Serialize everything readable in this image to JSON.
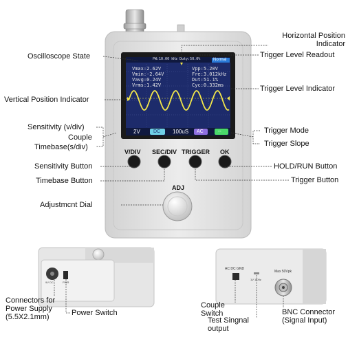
{
  "labels": {
    "horizontal_position_indicator": "Horizontal Position Indicator",
    "oscilloscope_state": "Oscilloscope State",
    "trigger_level_readout": "Trigger Level Readout",
    "trigger_level_indicator": "Trigger Level Indicator",
    "vertical_position_indicator": "Vertical Position Indicator",
    "sensitivity_v_div": "Sensitivity (v/div)",
    "couple": "Couple",
    "timebase_s_div": "Timebase(s/div)",
    "trigger_mode": "Trigger Mode",
    "trigger_slope": "Trigger Slope",
    "sensitivity_button": "Sensitivity Button",
    "hold_run_button": "HOLD/RUN Button",
    "timebase_button": "Timebase Button",
    "trigger_button": "Trigger Button",
    "adjustment_dial": "Adjustmcnt Dial",
    "connectors_power_supply": "Connectors for Power Supply (5.5X2.1mm)",
    "power_switch": "Power Switch",
    "couple_switch": "Couple Switch",
    "test_signal_output": "Test Singnal output",
    "bnc_connector": "BNC Connector (Signal Input)"
  },
  "buttons": {
    "vdiv": "V/DIV",
    "secdiv": "SEC/DIV",
    "trigger": "TRIGGER",
    "ok": "OK",
    "adj": "ADJ"
  },
  "screen": {
    "status_bar": "PW:10.00 kHz Duty:50.0%",
    "mode": "Normal",
    "vmax": "Vmax:2.62V",
    "vmin": "Vmin:-2.64V",
    "vavg": "Vavg:0.24V",
    "vrms": "Vrms:1.42V",
    "vpp": "Vpp:5.20V",
    "freq": "Fre:3.012kHz",
    "duty": "Dut:51.1%",
    "cycle": "Cyc:0.332ms",
    "sensitivity": "2V",
    "couple": "DC",
    "timebase": "100uS",
    "trig_mode": "AC",
    "trig_slope": "--"
  },
  "ports": {
    "couple_switch_text": "AC DC GND",
    "max_input": "Max 50Vpk",
    "test_signal": "1V 1KHz",
    "power_jack": "9V DC",
    "power_switch": "PWR"
  },
  "colors": {
    "screen_bg": "#1d2b6b",
    "waveform": "#f2e64a",
    "body": "#e4e4e4"
  }
}
